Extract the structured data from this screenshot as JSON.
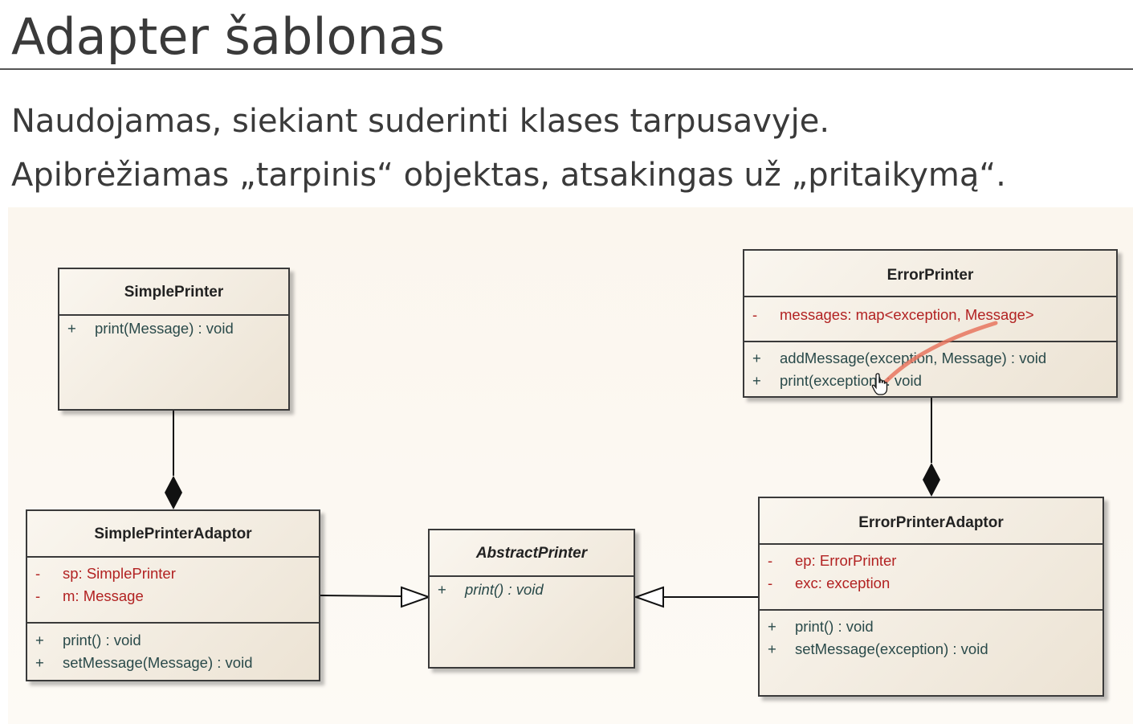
{
  "slide": {
    "title": "Adapter šablonas",
    "bullets": [
      "Naudojamas, siekiant suderinti klases tarpusavyje.",
      "Apibrėžiamas „tarpinis“ objektas, atsakingas už „pritaikymą“."
    ]
  },
  "diagram": {
    "classes": {
      "simple_printer": {
        "name": "SimplePrinter",
        "operations": [
          {
            "vis": "+",
            "text": "print(Message) : void"
          }
        ]
      },
      "simple_printer_adaptor": {
        "name": "SimplePrinterAdaptor",
        "attributes": [
          {
            "vis": "-",
            "text": "sp:  SimplePrinter"
          },
          {
            "vis": "-",
            "text": "m:  Message"
          }
        ],
        "operations": [
          {
            "vis": "+",
            "text": "print() : void"
          },
          {
            "vis": "+",
            "text": "setMessage(Message) : void"
          }
        ]
      },
      "abstract_printer": {
        "name": "AbstractPrinter",
        "operations": [
          {
            "vis": "+",
            "text": "print() : void"
          }
        ]
      },
      "error_printer": {
        "name": "ErrorPrinter",
        "attributes": [
          {
            "vis": "-",
            "text": "messages:  map<exception, Message>"
          }
        ],
        "operations": [
          {
            "vis": "+",
            "text": "addMessage(exception, Message) : void"
          },
          {
            "vis": "+",
            "text": "print(exception) : void"
          }
        ]
      },
      "error_printer_adaptor": {
        "name": "ErrorPrinterAdaptor",
        "attributes": [
          {
            "vis": "-",
            "text": "ep:  ErrorPrinter"
          },
          {
            "vis": "-",
            "text": "exc:  exception"
          }
        ],
        "operations": [
          {
            "vis": "+",
            "text": "print() : void"
          },
          {
            "vis": "+",
            "text": "setMessage(exception) : void"
          }
        ]
      }
    },
    "colors": {
      "attribute_text": "#b22222",
      "operation_text": "#2a4a4a",
      "annotation_stroke": "#e8765f"
    },
    "icons": {
      "cursor": "hand-pointer-icon"
    }
  }
}
